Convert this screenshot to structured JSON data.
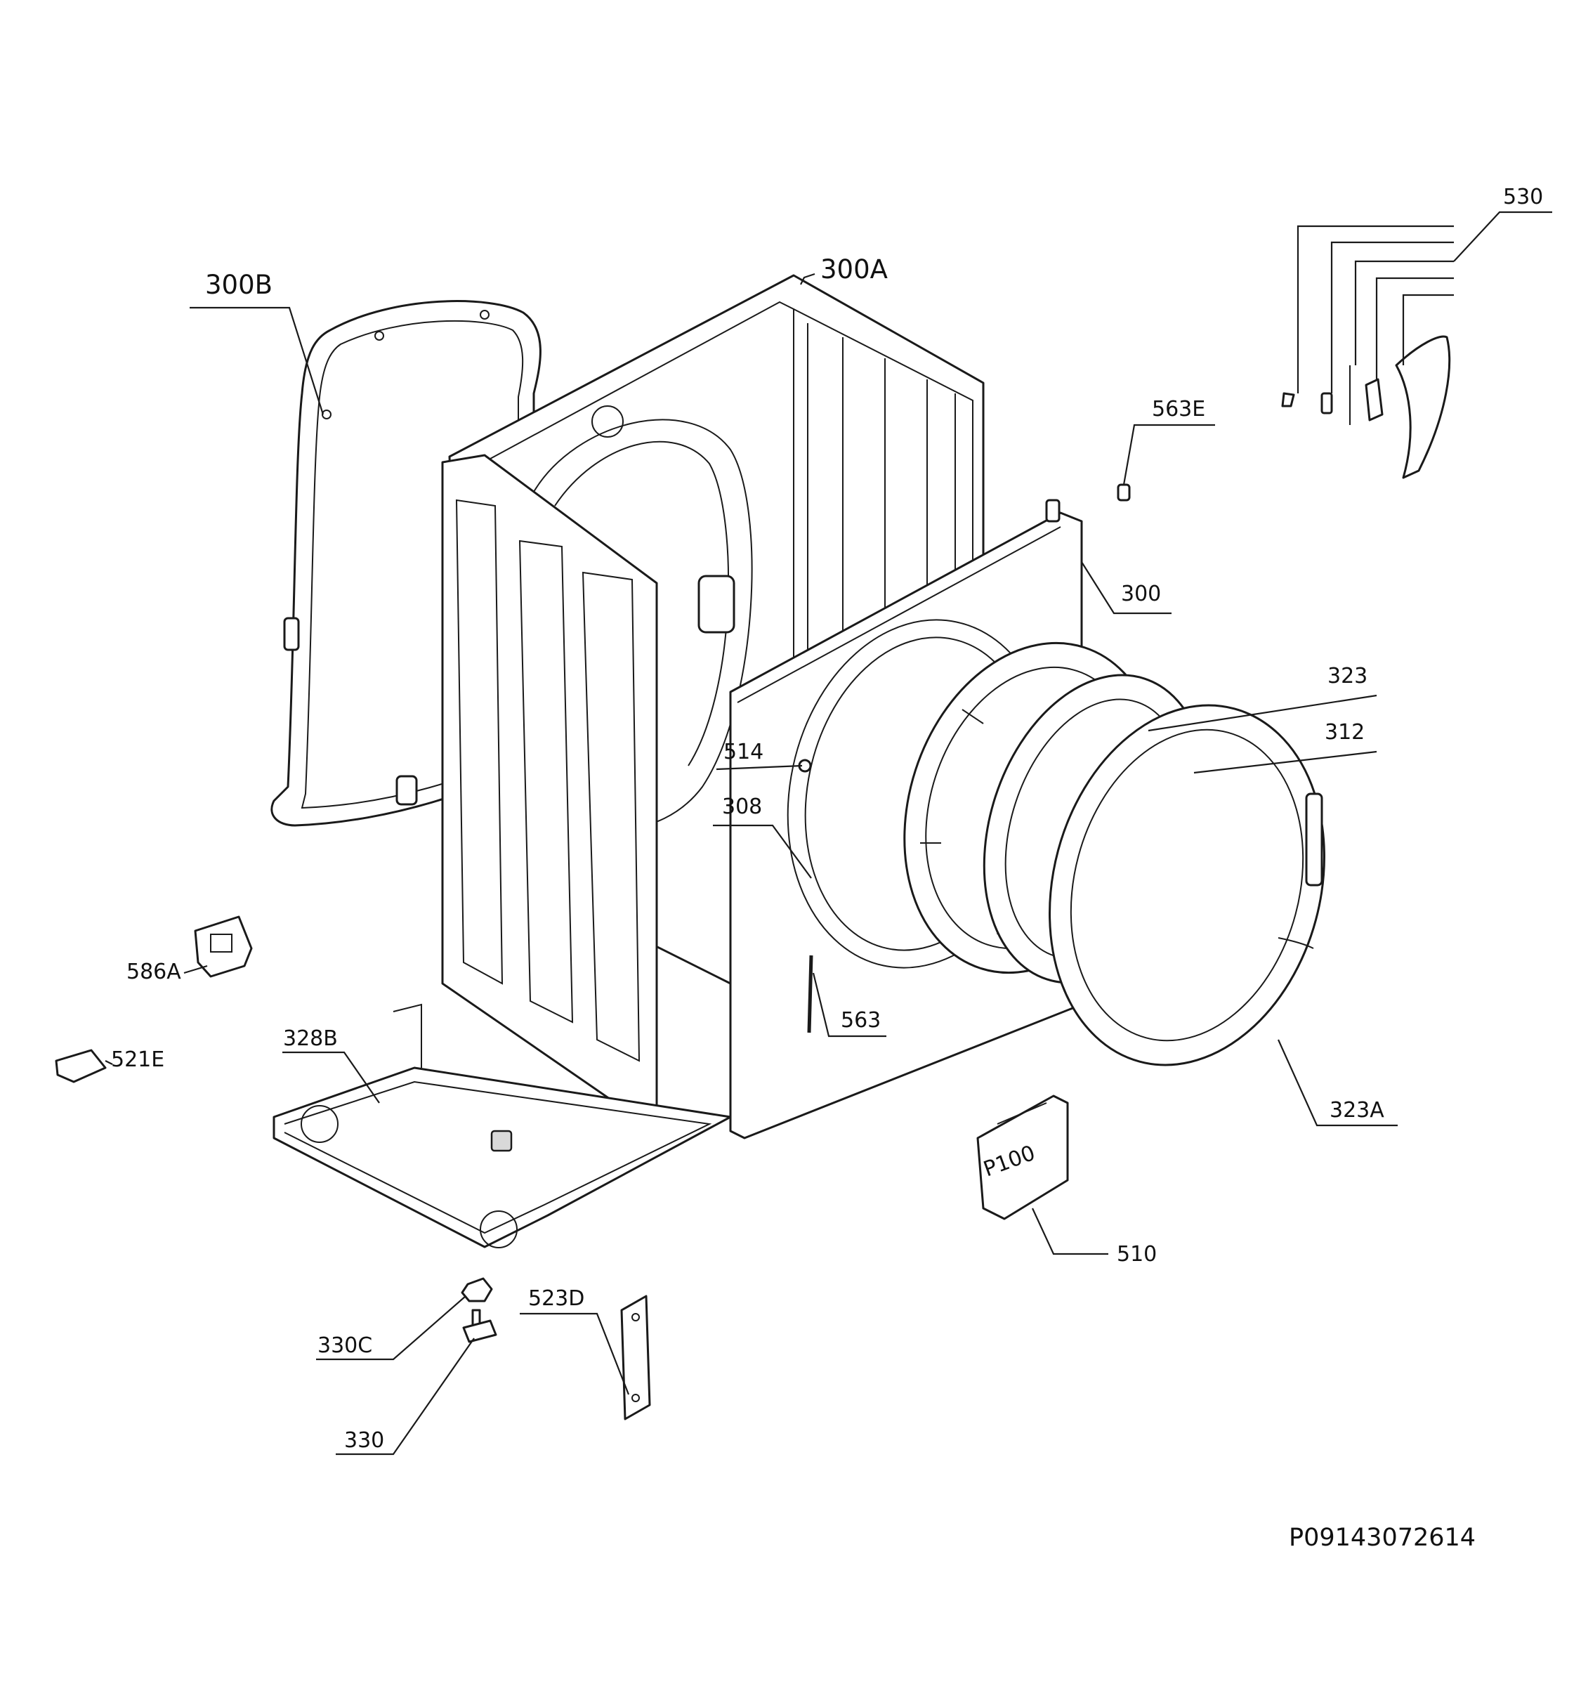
{
  "diagram": {
    "reference_code": "P09143072614",
    "callouts": [
      {
        "id": "530",
        "text": "530"
      },
      {
        "id": "300B",
        "text": "300B"
      },
      {
        "id": "300A",
        "text": "300A"
      },
      {
        "id": "563E",
        "text": "563E"
      },
      {
        "id": "300",
        "text": "300"
      },
      {
        "id": "323",
        "text": "323"
      },
      {
        "id": "312",
        "text": "312"
      },
      {
        "id": "514",
        "text": "514"
      },
      {
        "id": "308",
        "text": "308"
      },
      {
        "id": "586A",
        "text": "586A"
      },
      {
        "id": "521E",
        "text": "521E"
      },
      {
        "id": "328B",
        "text": "328B"
      },
      {
        "id": "563",
        "text": "563"
      },
      {
        "id": "323A",
        "text": "323A"
      },
      {
        "id": "510",
        "text": "510"
      },
      {
        "id": "523D",
        "text": "523D"
      },
      {
        "id": "330C",
        "text": "330C"
      },
      {
        "id": "330",
        "text": "330"
      }
    ],
    "part_markings": {
      "fitting_tag": "P100"
    }
  }
}
